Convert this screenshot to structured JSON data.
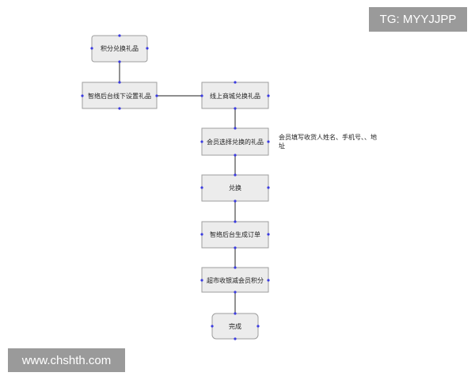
{
  "watermarks": {
    "tg": "TG: MYYJJPP",
    "site": "www.chshth.com"
  },
  "nodes": {
    "redeem_gift": "积分兑换礼品",
    "backend_setup": "智络后台线下设置礼品",
    "online_mall": "线上商城兑换礼品",
    "member_select": "会员选择兑换的礼品",
    "exchange": "兑换",
    "generate_order": "智络后台生成订单",
    "deduct_points": "超市收银减会员积分",
    "done": "完成"
  },
  "note": {
    "line1": "会员填写收货人姓名、手机号、、地",
    "line2": "址"
  },
  "colors": {
    "box_fill": "#ececec",
    "box_stroke": "#9e9e9e",
    "anchor": "#3b3be0",
    "edge": "#4a4a4a",
    "badge": "#9a9a9a"
  }
}
